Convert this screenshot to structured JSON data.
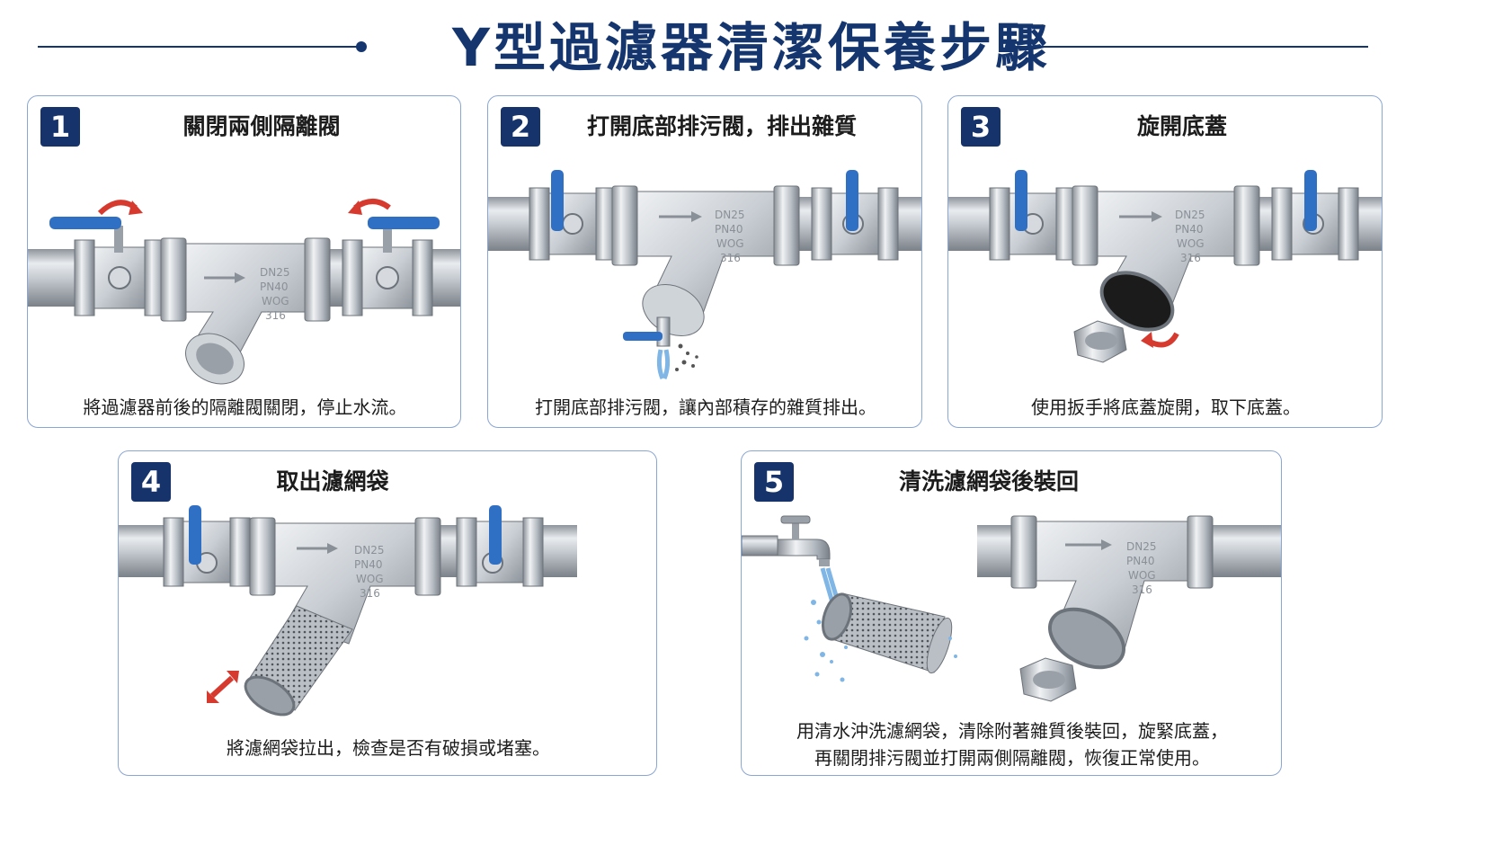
{
  "title": "Y型過濾器清潔保養步驟",
  "colors": {
    "accent": "#14356e",
    "border": "#8aa6d2",
    "handle": "#2f6fc4",
    "arrow": "#d63a2f"
  },
  "steps": [
    {
      "num": "1",
      "title": "關閉兩側隔離閥",
      "caption": "將過濾器前後的隔離閥關閉，停止水流。"
    },
    {
      "num": "2",
      "title": "打開底部排污閥，排出雜質",
      "caption": "打開底部排污閥，讓內部積存的雜質排出。"
    },
    {
      "num": "3",
      "title": "旋開底蓋",
      "caption": "使用扳手將底蓋旋開，取下底蓋。"
    },
    {
      "num": "4",
      "title": "取出濾網袋",
      "caption": "將濾網袋拉出，檢查是否有破損或堵塞。"
    },
    {
      "num": "5",
      "title": "清洗濾網袋後裝回",
      "caption_line1": "用清水沖洗濾網袋，清除附著雜質後裝回，旋緊底蓋，",
      "caption_line2": "再關閉排污閥並打開兩側隔離閥，恢復正常使用。"
    }
  ],
  "body_marking": [
    "DN25",
    "PN40",
    "WOG",
    "316"
  ]
}
